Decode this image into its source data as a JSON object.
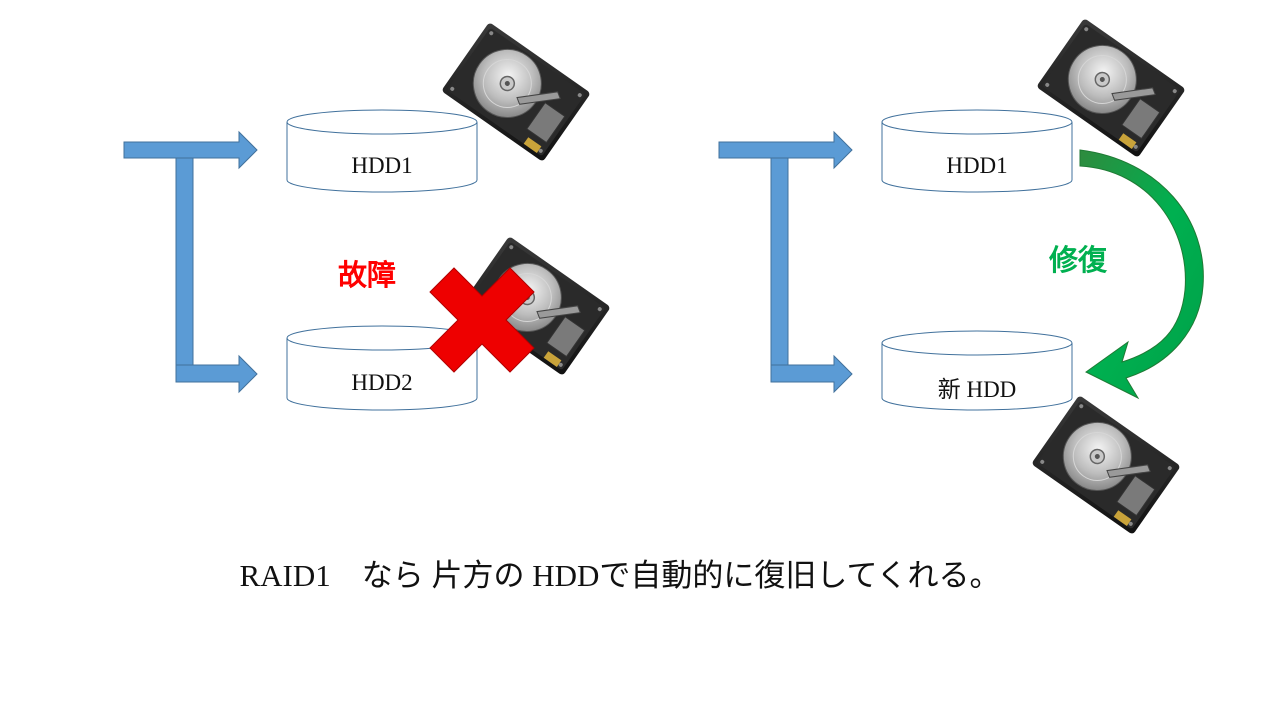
{
  "left": {
    "disk_top_label": "HDD1",
    "disk_bottom_label": "HDD2",
    "fault_label": "故障"
  },
  "right": {
    "disk_top_label": "HDD1",
    "disk_bottom_label": "新 HDD",
    "repair_label": "修復"
  },
  "caption": "RAID1　なら 片方の HDDで自動的に復旧してくれる。",
  "colors": {
    "arrow_blue": "#5b9bd5",
    "arrow_blue_edge": "#41719c",
    "disk_outline": "#41719c",
    "fault_red": "#ff0000",
    "cross_red": "#ee0000",
    "repair_green": "#00b050"
  },
  "icons": [
    "hard-drive-icon",
    "cross-mark-icon",
    "curved-arrow-icon"
  ]
}
